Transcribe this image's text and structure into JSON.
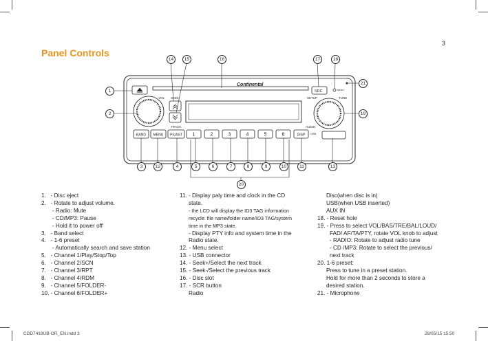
{
  "page_number": "3",
  "section_title": "Panel Controls",
  "diagram": {
    "brand": "Continental",
    "panel_labels": {
      "vol": "VOL",
      "seek": "SEEK",
      "track": "TRACK",
      "setup": "SETUP",
      "tune": "TUNE",
      "audio": "AUDIO",
      "usb": "USB",
      "src": "SRC",
      "reset": "RESET"
    },
    "buttons": [
      "BAND",
      "MENU",
      "PS/AST",
      "1",
      "2",
      "3",
      "4",
      "5",
      "6",
      "DISP"
    ],
    "callouts_top": [
      "14",
      "15",
      "16",
      "17",
      "18"
    ],
    "callouts_side": [
      "1",
      "2",
      "19",
      "21"
    ],
    "callouts_bottom": [
      "3",
      "12",
      "4",
      "5",
      "6",
      "7",
      "8",
      "9",
      "10",
      "11",
      "13"
    ],
    "callout_below": "20"
  },
  "column1": [
    "1.   - Disc eject",
    "2.   - Rotate to adjust volume.",
    "       - Radio: Mute",
    "       - CD/MP3: Pause",
    "       - Hold it to power off",
    "3.   - Band select",
    "4.   - 1-6 preset",
    "       - Automatically search and save station",
    "5.   - Channel 1/Play/Stop/Top",
    "6.   - Channel 2/SCN",
    "7.   - Channel 3/RPT",
    "8.   - Channel 4/RDM",
    "9.   - Channel 5/FOLDER-",
    "10. - Channel 6/FOLDER+"
  ],
  "column2": [
    {
      "text": "11. - Display paly time and clock in the CD",
      "style": "normal"
    },
    {
      "text": "state.",
      "style": "indent"
    },
    {
      "text": "- the LCD will display the ID3 TAG information",
      "style": "small"
    },
    {
      "text": "recycle: file name/folder name/ID3 TAG/system",
      "style": "small"
    },
    {
      "text": "time in the MP3 state.",
      "style": "small"
    },
    {
      "text": "- Display PTY info and system time in the",
      "style": "indent"
    },
    {
      "text": "Radio state.",
      "style": "indent"
    },
    {
      "text": "12. - Menu select",
      "style": "normal"
    },
    {
      "text": "13. - USB connector",
      "style": "normal"
    },
    {
      "text": "14. - Seek+/Select the next track",
      "style": "normal"
    },
    {
      "text": "15. - Seek-/Select the previous track",
      "style": "normal"
    },
    {
      "text": "16. - Disc slot",
      "style": "normal"
    },
    {
      "text": "17. - SCR button",
      "style": "normal"
    },
    {
      "text": "Radio",
      "style": "indent"
    }
  ],
  "column3": [
    {
      "text": "Disc(when disc is in)",
      "style": "indent"
    },
    {
      "text": "USB(when USB inserted)",
      "style": "indent"
    },
    {
      "text": "AUX IN",
      "style": "indent"
    },
    {
      "text": "18. - Reset hole",
      "style": "normal"
    },
    {
      "text": "19. - Press to select VOL/BAS/TRE/BAL/LOUD/",
      "style": "normal"
    },
    {
      "text": "FAD/ AF/TA/PTY, rotate VOL knob to adjust",
      "style": "indent2"
    },
    {
      "text": "- RADIO: Rotate to adjust radio tune",
      "style": "indent2"
    },
    {
      "text": "- CD /MP3: Rotate to select the previous/",
      "style": "indent2"
    },
    {
      "text": "next track",
      "style": "indent2"
    },
    {
      "text": "20.  1-6 preset:",
      "style": "normal"
    },
    {
      "text": "Press to tune in a preset station.",
      "style": "indent"
    },
    {
      "text": "Hold for more than 2 seconds to store a",
      "style": "indent"
    },
    {
      "text": "desired station.",
      "style": "indent"
    },
    {
      "text": "21. - Microphone",
      "style": "normal"
    }
  ],
  "footer": {
    "left": "CDD7418UB-OR_EN.indd   3",
    "right": "28/05/15   15:50"
  }
}
